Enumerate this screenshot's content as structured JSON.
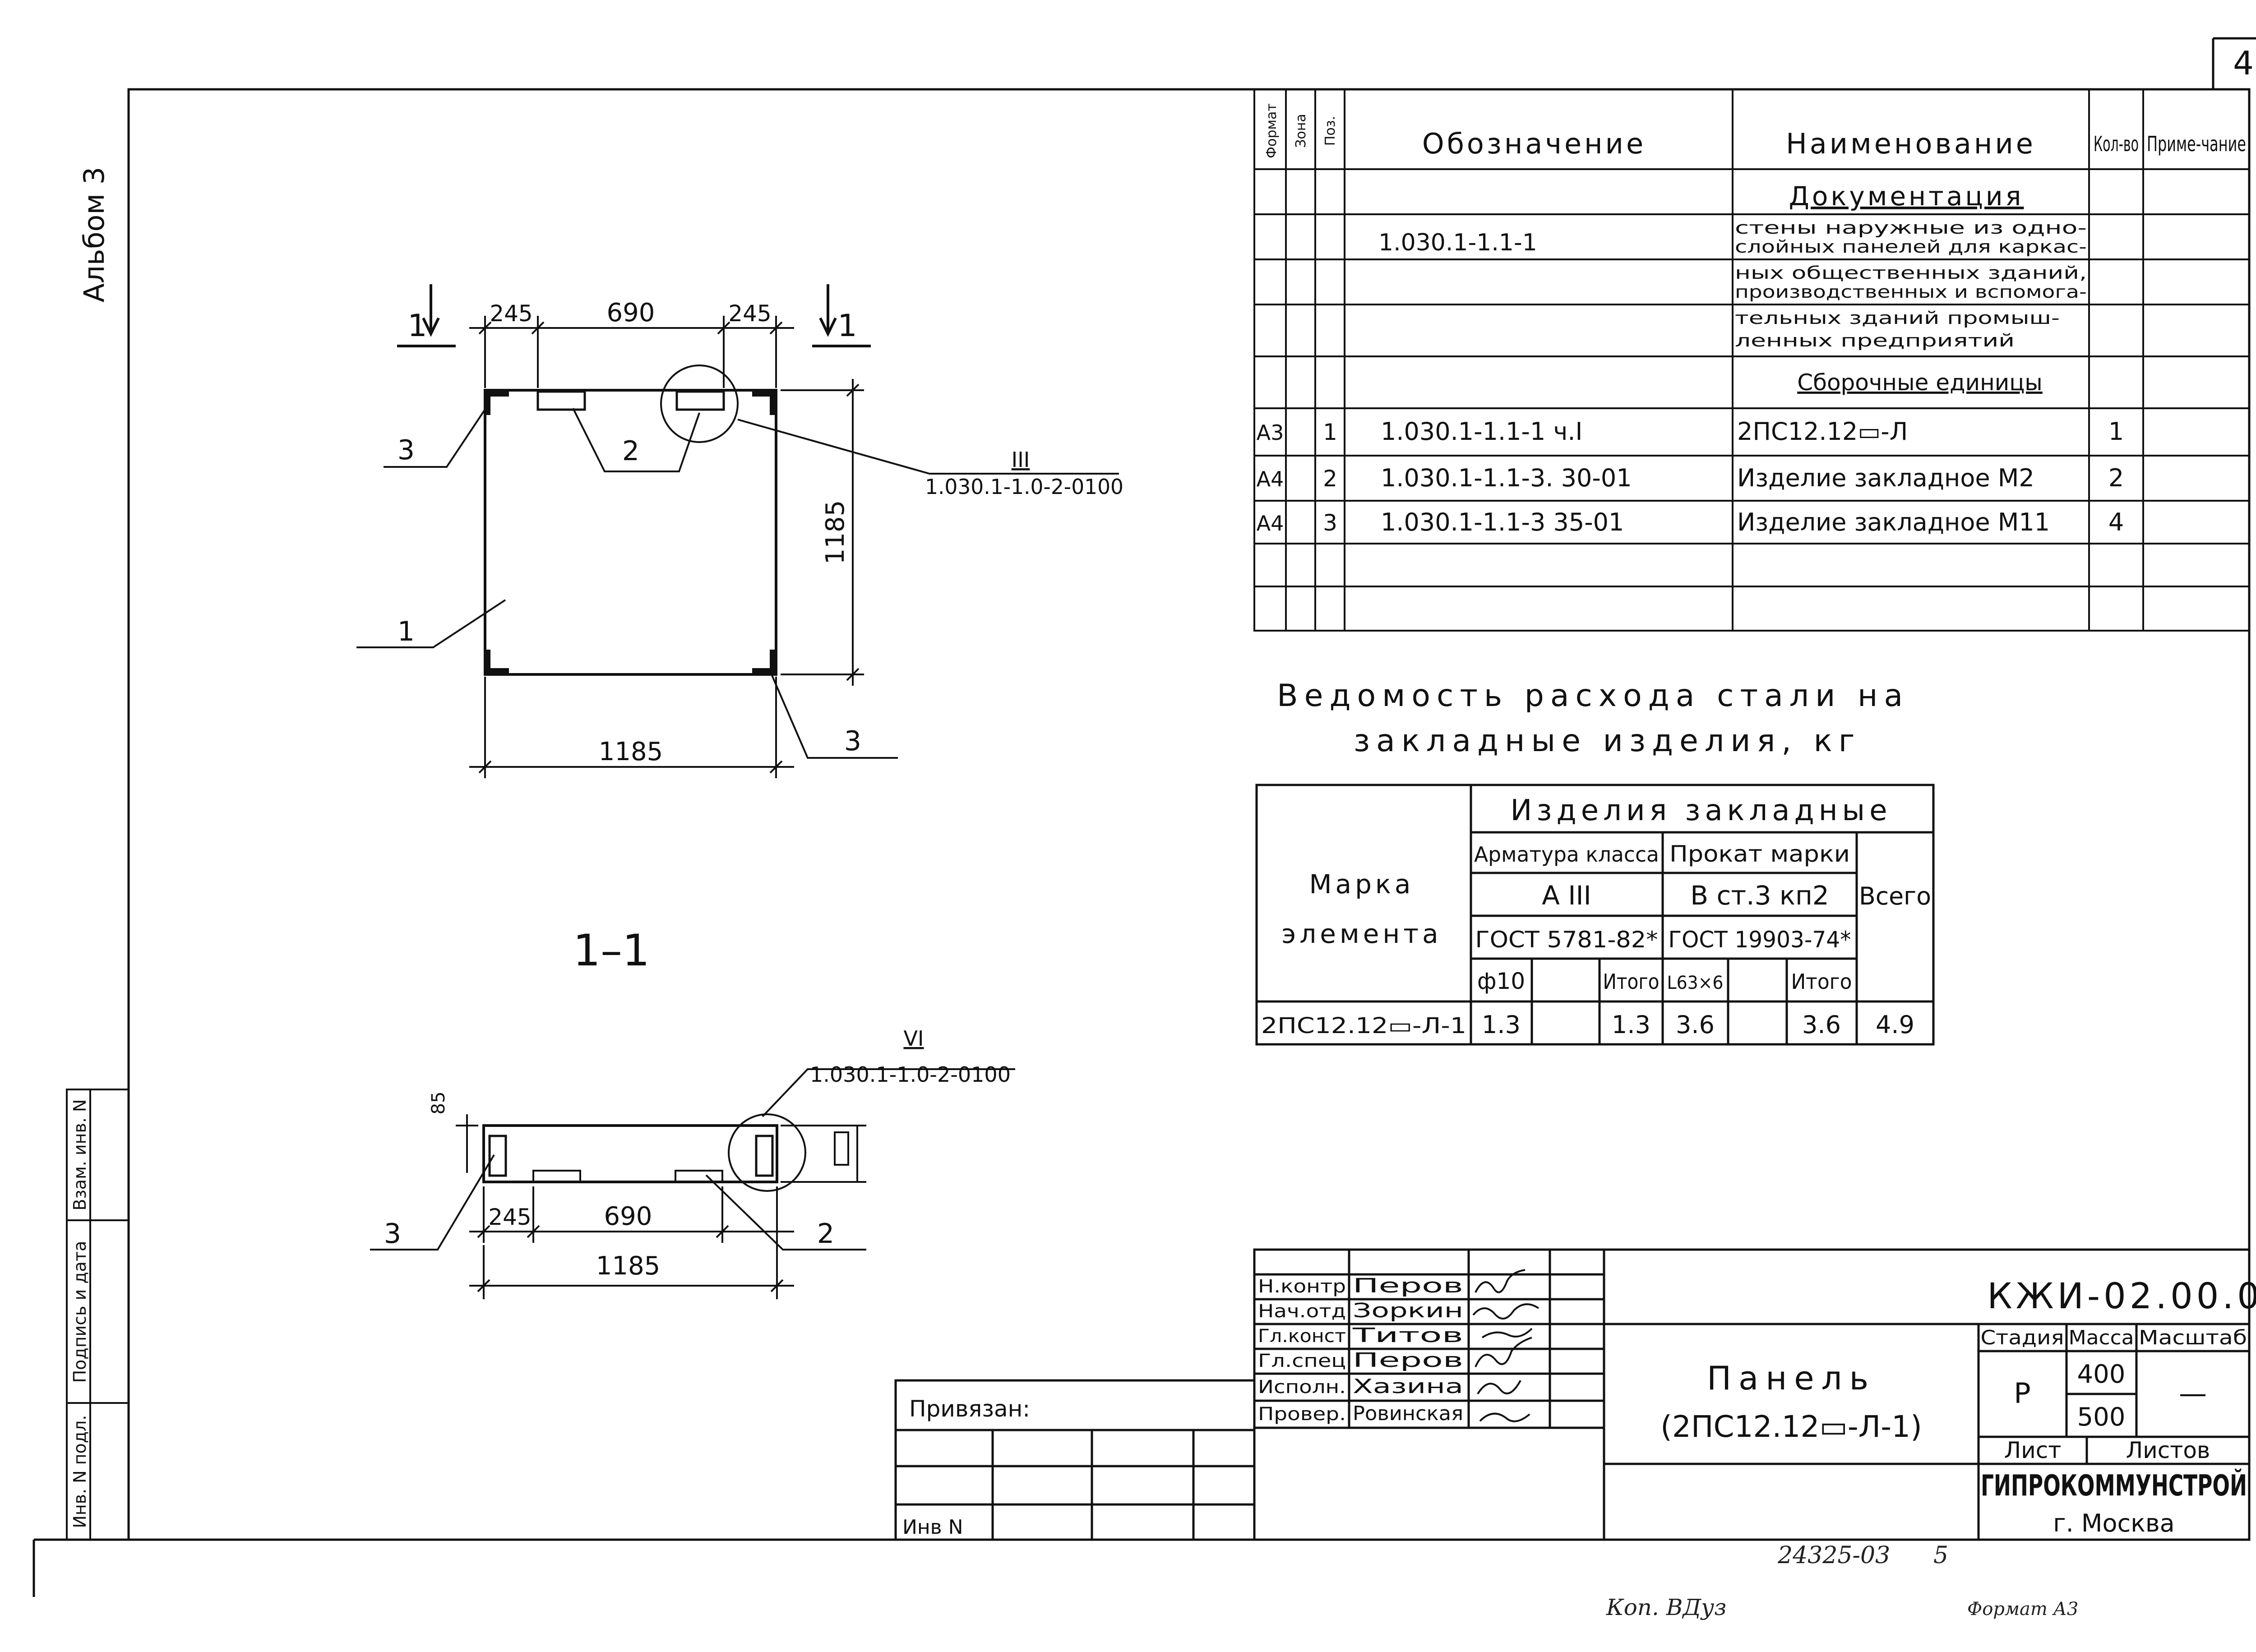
{
  "sheet": {
    "page_number": "4",
    "album": "Альбом 3",
    "copy_mark": "Коп. ВДуз",
    "format_mark": "Формат А3",
    "archive_number": "24325-03",
    "archive_sheet": "5"
  },
  "spec": {
    "headers": {
      "format": "Формат",
      "zone": "Зона",
      "pos": "Поз.",
      "designation": "Обозначение",
      "name": "Наименование",
      "qty": "Кол-во",
      "note": "Приме-чание"
    },
    "section_docs": "Документация",
    "doc_designation": "1.030.1-1.1-1",
    "doc_name_lines": [
      "стены наружные из одно-",
      "слойных панелей для каркас-",
      "ных общественных зданий,",
      "производственных и вспомога-",
      "тельных зданий промыш-",
      "ленных предприятий"
    ],
    "section_assembly": "Сборочные единицы",
    "rows": [
      {
        "format": "А3",
        "pos": "1",
        "designation": "1.030.1-1.1-1  ч.I",
        "name": "2ПС12.12▭-Л",
        "qty": "1"
      },
      {
        "format": "А4",
        "pos": "2",
        "designation": "1.030.1-1.1-3. 30-01",
        "name": "Изделие закладное М2",
        "qty": "2"
      },
      {
        "format": "А4",
        "pos": "3",
        "designation": "1.030.1-1.1-3  35-01",
        "name": "Изделие закладное М11",
        "qty": "4"
      }
    ]
  },
  "steel": {
    "title_line1": "Ведомость расхода стали на",
    "title_line2": "закладные изделия, кг",
    "head_group": "Изделия закладные",
    "mark_label_1": "Марка",
    "mark_label_2": "элемента",
    "armatura": "Арматура класса",
    "prokat": "Прокат марки",
    "class_a3": "А III",
    "steel_grade": "В ст.3 кп2",
    "gost1": "ГОСТ 5781-82*",
    "gost2": "ГОСТ 19903-74*",
    "total_label": "Всего",
    "sub_cols": [
      "ф10",
      "",
      "Итого",
      "L63×6",
      "",
      "Итого"
    ],
    "row": {
      "mark": "2ПС12.12▭-Л-1",
      "values": [
        "1.3",
        "",
        "1.3",
        "3.6",
        "",
        "3.6"
      ],
      "total": "4.9"
    }
  },
  "plan": {
    "dim_top_left": "245",
    "dim_top_mid": "690",
    "dim_top_right": "245",
    "dim_side": "1185",
    "dim_bottom": "1185",
    "section_mark": "1",
    "callout_3a": "3",
    "callout_2": "2",
    "callout_1": "1",
    "callout_3b": "3",
    "node_roman": "III",
    "node_ref": "1.030.1-1.0-2-0100"
  },
  "section": {
    "title": "1–1",
    "node_roman": "VI",
    "node_ref": "1.030.1-1.0-2-0100",
    "dim_85": "85",
    "dim_left": "245",
    "dim_mid": "690",
    "dim_total": "1185",
    "callout_3": "3",
    "callout_2": "2"
  },
  "stamp": {
    "code": "КЖИ-02.00.0",
    "title_line1": "Панель",
    "title_line2": "(2ПС12.12▭-Л-1)",
    "stage_label": "Стадия",
    "mass_label": "Масса",
    "scale_label": "Масштаб",
    "stage": "Р",
    "mass1": "400",
    "mass2": "500",
    "scale": "—",
    "sheet_label": "Лист",
    "sheets_label": "Листов",
    "org": "ГИПРОКОММУНСТРОЙ",
    "city": "г. Москва",
    "bound_label": "Привязан:",
    "inv_label": "Инв N",
    "staff": [
      {
        "role": "Н.контр",
        "name": "Перов"
      },
      {
        "role": "Нач.отд",
        "name": "Зоркин"
      },
      {
        "role": "Гл.конст",
        "name": "Титов"
      },
      {
        "role": "Гл.спец",
        "name": "Перов"
      },
      {
        "role": "Исполн.",
        "name": "Хазина"
      },
      {
        "role": "Провер.",
        "name": "Ровинская"
      }
    ]
  },
  "side_stamp": {
    "inv_podl": "Инв. N подл.",
    "sign_date": "Подпись и дата",
    "vzam": "Взам. инв. N"
  }
}
